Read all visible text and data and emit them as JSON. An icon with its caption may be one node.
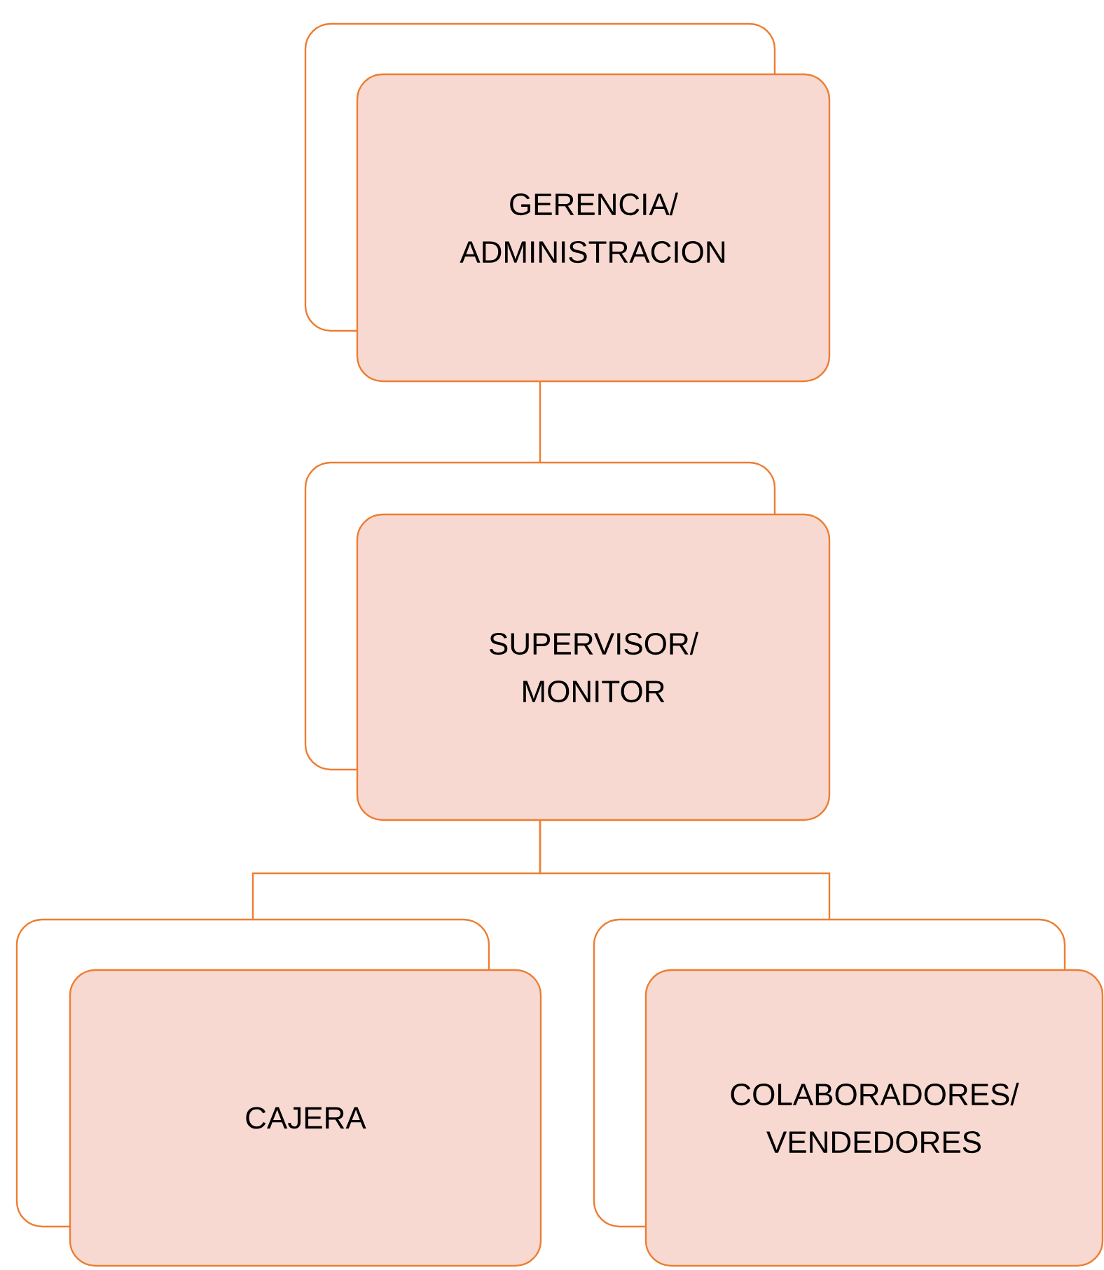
{
  "diagram": {
    "nodes": [
      {
        "text": [
          "GERENCIA/ ADMINISTRACION"
        ]
      },
      {
        "text": [
          "SUPERVISOR/ MONITOR"
        ]
      },
      {
        "text": [
          "CAJERA"
        ]
      },
      {
        "text": [
          "COLABORADORES/ VENDEDORES"
        ]
      }
    ],
    "edges": [
      {
        "from": 0,
        "to": 1,
        "arrow": "none"
      },
      {
        "from": 1,
        "to": 2,
        "arrow": "none"
      },
      {
        "from": 1,
        "to": 3,
        "arrow": "none"
      }
    ]
  }
}
